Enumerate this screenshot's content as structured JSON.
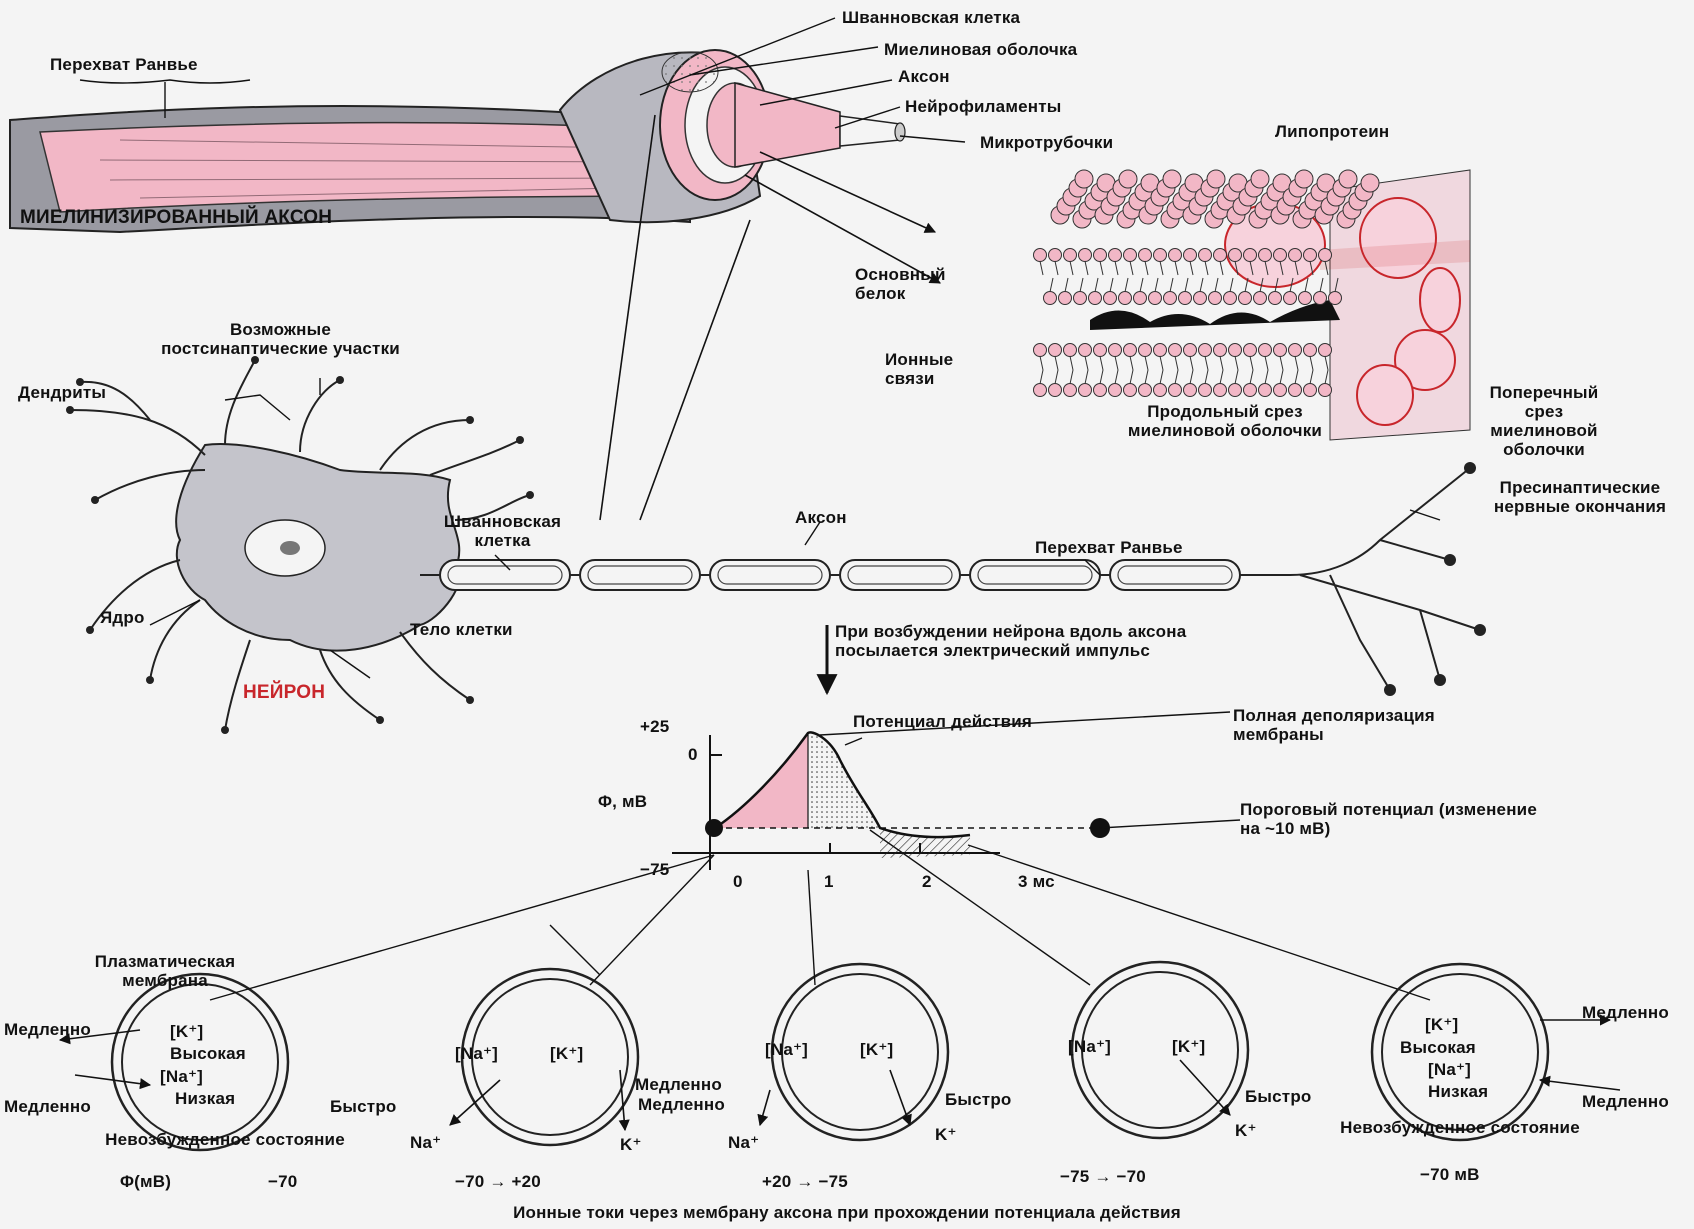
{
  "figure": {
    "title": "МИЕЛИНИЗИРОВАННЫЙ АКСОН",
    "neuron_title": "НЕЙРОН",
    "caption": "Ионные токи через мембрану аксона при прохождении потенциала действия"
  },
  "axon_labels": {
    "schwann_cell": "Шванновская клетка",
    "myelin_sheath": "Миелиновая оболочка",
    "axon": "Аксон",
    "neurofilaments": "Нейрофиламенты",
    "microtubules": "Микротрубочки",
    "node_of_ranvier": "Перехват Ранвье"
  },
  "membrane_labels": {
    "lipoprotein": "Липопротеин",
    "basic_protein": "Основный белок",
    "ionic_bonds": "Ионные связи",
    "longitudinal_section": "Продольный срез миелиновой оболочки",
    "cross_section": "Поперечный срез миелиновой оболочки"
  },
  "neuron_labels": {
    "postsynaptic_sites": "Возможные постсинаптические участки",
    "dendrites": "Дендриты",
    "schwann_cell": "Шванновская клетка",
    "axon": "Аксон",
    "node_of_ranvier": "Перехват Ранвье",
    "presynaptic_endings": "Пресинаптические нервные окончания",
    "nucleus": "Ядро",
    "cell_body": "Тело клетки",
    "impulse_note": "При возбуждении нейрона вдоль аксона посылается электрический импульс"
  },
  "graph": {
    "action_potential": "Потенциал действия",
    "full_depolarization": "Полная деполяризация мембраны",
    "threshold": "Пороговый потенциал (изменение на ~10 мВ)",
    "y_label": "Φ, мВ",
    "y_ticks": [
      "+25",
      "0",
      "−75"
    ],
    "x_ticks": [
      "0",
      "1",
      "2",
      "3 мс"
    ]
  },
  "stages": [
    {
      "membrane": "Плазматическая мембрана",
      "inner": [
        "[K⁺]",
        "Высокая",
        "[Na⁺]",
        "Низкая"
      ],
      "left_top": "Медленно",
      "left_bottom": "Медленно",
      "state": "Невозбужденное состояние",
      "phi": "Φ(мВ)",
      "value": "−70"
    },
    {
      "inner": [
        "[Na⁺]",
        "[K⁺]"
      ],
      "ion_in": "Быстро",
      "ion_in_sym": "Na⁺",
      "ion_out": "Медленно",
      "ion_out_sym": "K⁺",
      "value": "−70 → +20"
    },
    {
      "inner": [
        "[Na⁺]",
        "[K⁺]"
      ],
      "ion_in": "Медленно",
      "ion_in_sym": "Na⁺",
      "ion_out": "Быстро",
      "ion_out_sym": "K⁺",
      "value": "+20 → −75"
    },
    {
      "inner": [
        "[Na⁺]",
        "[K⁺]"
      ],
      "ion_out": "Быстро",
      "ion_out_sym": "K⁺",
      "value": "−75 → −70"
    },
    {
      "inner": [
        "[K⁺]",
        "Высокая",
        "[Na⁺]",
        "Низкая"
      ],
      "right_top": "Медленно",
      "right_bottom": "Медленно",
      "state": "Невозбужденное состояние",
      "value": "−70 мВ"
    }
  ],
  "colors": {
    "myelin": "#f2b7c6",
    "neuron": "#c4c4cb",
    "ink": "#111111",
    "accent": "#c8262b"
  }
}
